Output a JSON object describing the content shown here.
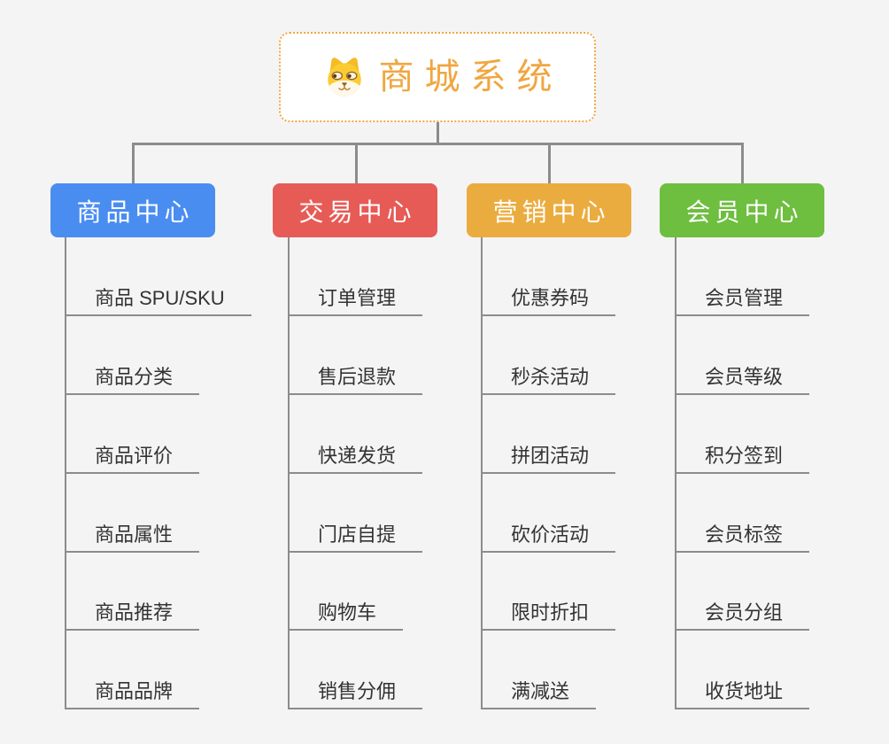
{
  "root": {
    "title": "商城系统",
    "icon": "dog-face-icon",
    "border_color": "#f3a63f",
    "title_color": "#f0a640",
    "background": "#ffffff"
  },
  "canvas": {
    "background": "#f4f4f4",
    "connector_color": "#8c8c8c",
    "leaf_text_color": "#333333"
  },
  "branches": [
    {
      "label": "商品中心",
      "color": "#4a8df0",
      "items": [
        "商品 SPU/SKU",
        "商品分类",
        "商品评价",
        "商品属性",
        "商品推荐",
        "商品品牌"
      ]
    },
    {
      "label": "交易中心",
      "color": "#e65b56",
      "items": [
        "订单管理",
        "售后退款",
        "快递发货",
        "门店自提",
        "购物车",
        "销售分佣"
      ]
    },
    {
      "label": "营销中心",
      "color": "#ebac3f",
      "items": [
        "优惠券码",
        "秒杀活动",
        "拼团活动",
        "砍价活动",
        "限时折扣",
        "满减送"
      ]
    },
    {
      "label": "会员中心",
      "color": "#6ebe3f",
      "items": [
        "会员管理",
        "会员等级",
        "积分签到",
        "会员标签",
        "会员分组",
        "收货地址"
      ]
    }
  ]
}
